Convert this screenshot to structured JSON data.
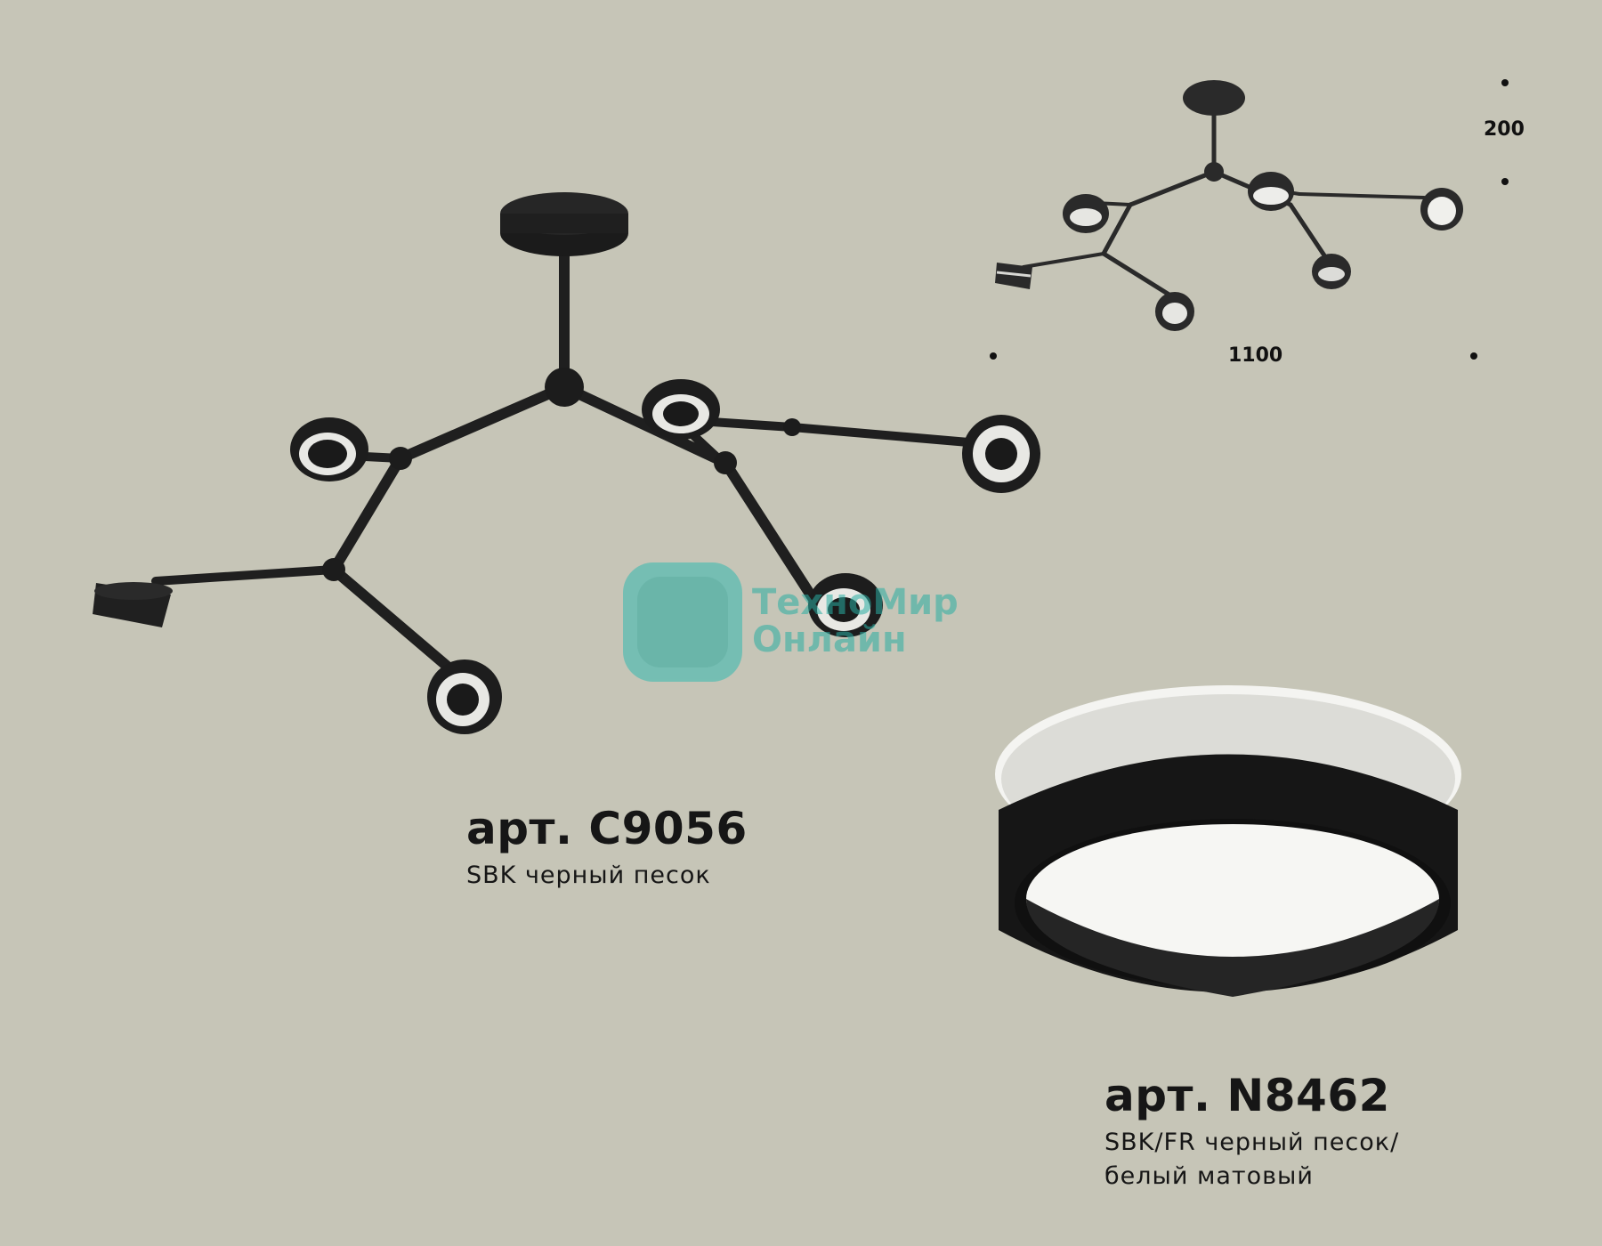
{
  "products": [
    {
      "article": "арт. C9056",
      "description_lines": [
        "SBK черный песок"
      ]
    },
    {
      "article": "арт. N8462",
      "description_lines": [
        "SBK/FR черный песок/",
        "белый матовый"
      ]
    }
  ],
  "dimensions": {
    "height": "200",
    "width": "1100"
  },
  "watermark": {
    "line1": "ТехноМир",
    "line2": "Онлайн"
  },
  "colors": {
    "background": "#c6c5b7",
    "fixture": "#1f1f1f",
    "diffuser": "#f2f2ee",
    "watermark": "#2aaea3"
  },
  "icons": [
    "chandelier-illustration",
    "ring-lamp-illustration",
    "watermark-gear-icon"
  ]
}
